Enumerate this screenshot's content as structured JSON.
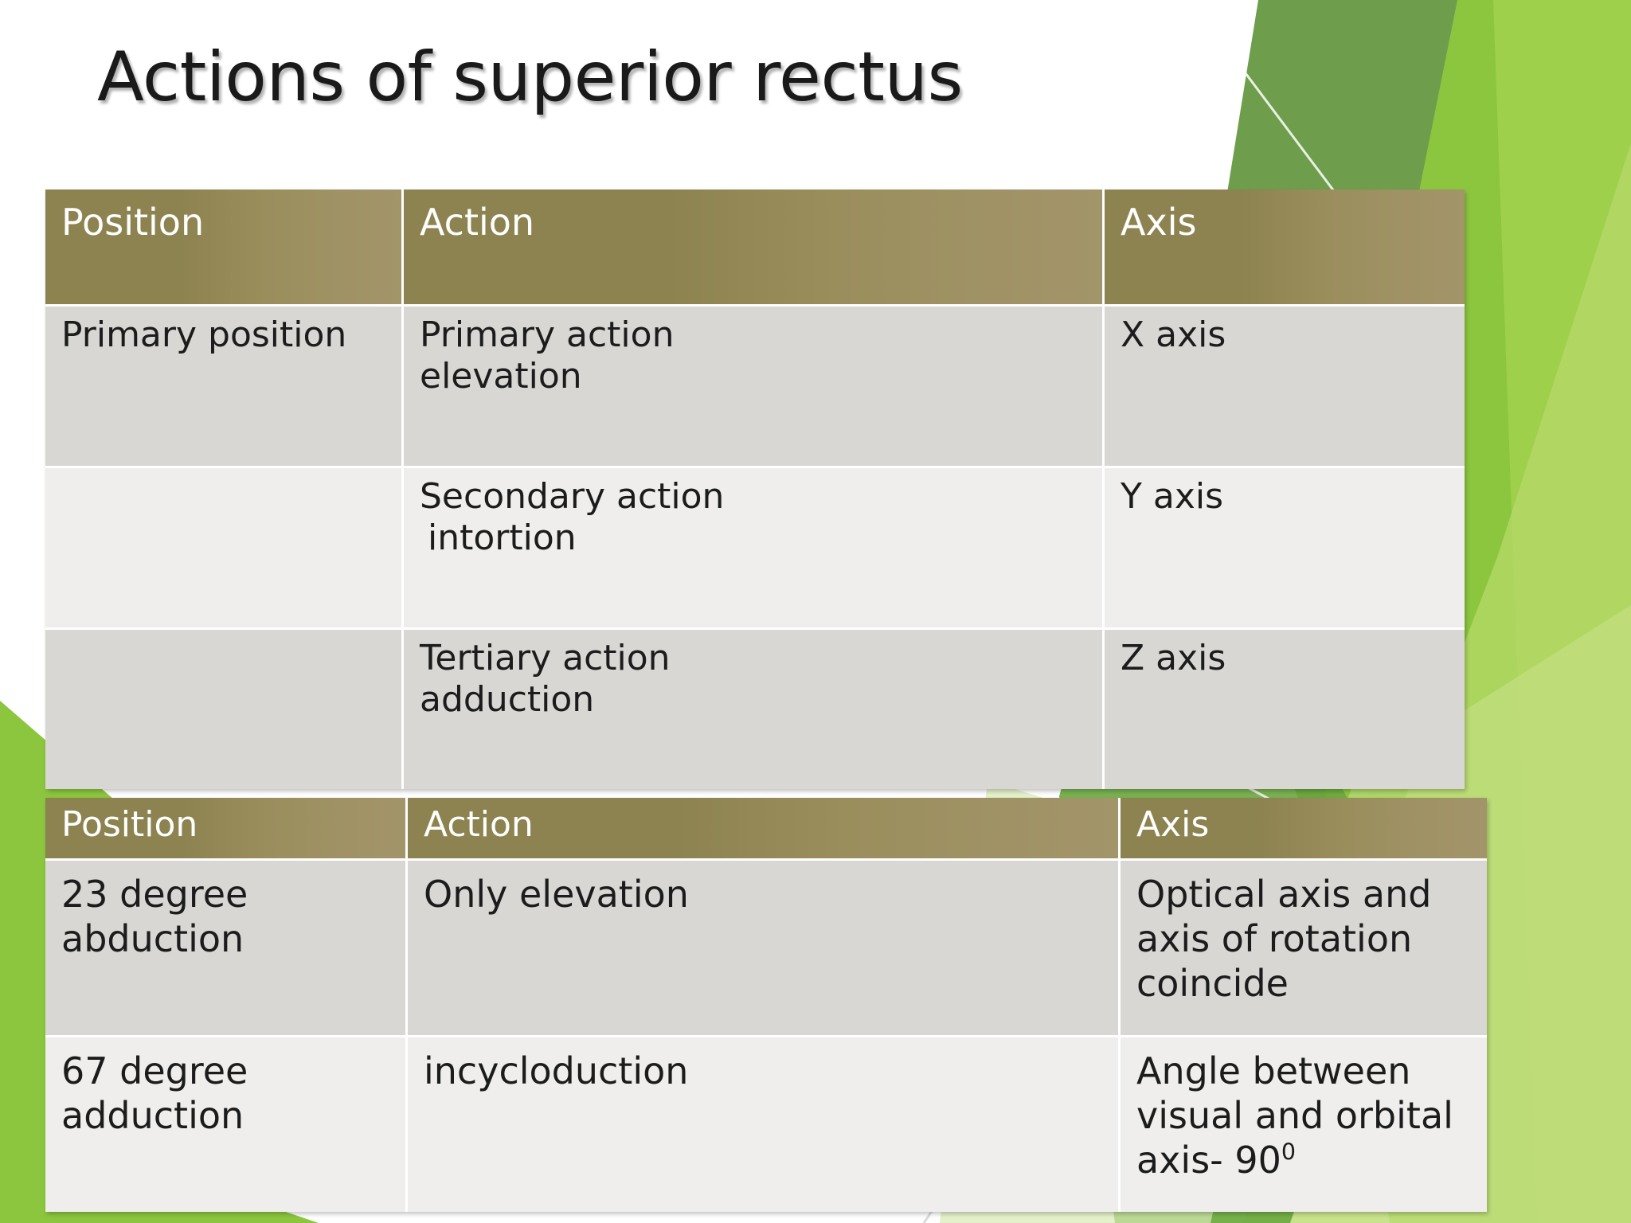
{
  "slide": {
    "title": "Actions of superior rectus",
    "background_color": "#ffffff",
    "accent_colors": {
      "header_olive": "#8d8350",
      "header_olive_light": "#a3956a",
      "row_dark": "#d9d7d3",
      "row_light": "#efeeec",
      "green_bright": "#8cc63e",
      "green_mid": "#76b43c",
      "green_dark": "#6e9e4c",
      "green_pale": "#cfe3a8",
      "text": "#1c1c1c"
    }
  },
  "table1": {
    "name": "primary-position-actions-table",
    "headers": [
      "Position",
      "Action",
      "Axis"
    ],
    "rows": [
      {
        "position": "Primary position",
        "action_line1": "Primary action",
        "action_line2": "elevation",
        "axis": "X axis"
      },
      {
        "position": "",
        "action_line1": "Secondary action",
        "action_line2": "intortion",
        "axis": "Y axis"
      },
      {
        "position": "",
        "action_line1": "Tertiary action",
        "action_line2": "adduction",
        "axis": " Z axis"
      }
    ]
  },
  "table2": {
    "name": "eye-position-actions-table",
    "headers": [
      "Position",
      "Action",
      "Axis"
    ],
    "rows": [
      {
        "position_line1": "23 degree",
        "position_line2": "abduction",
        "action": " Only elevation",
        "axis_line1": "Optical axis and",
        "axis_line2": "axis of rotation",
        "axis_line3": "coincide"
      },
      {
        "position_line1": "67 degree",
        "position_line2": "adduction",
        "action": " incycloduction",
        "axis_line1": "Angle between",
        "axis_line2": "visual and orbital",
        "axis_line3_prefix": "axis- 90",
        "axis_line3_sup": "0"
      }
    ]
  }
}
